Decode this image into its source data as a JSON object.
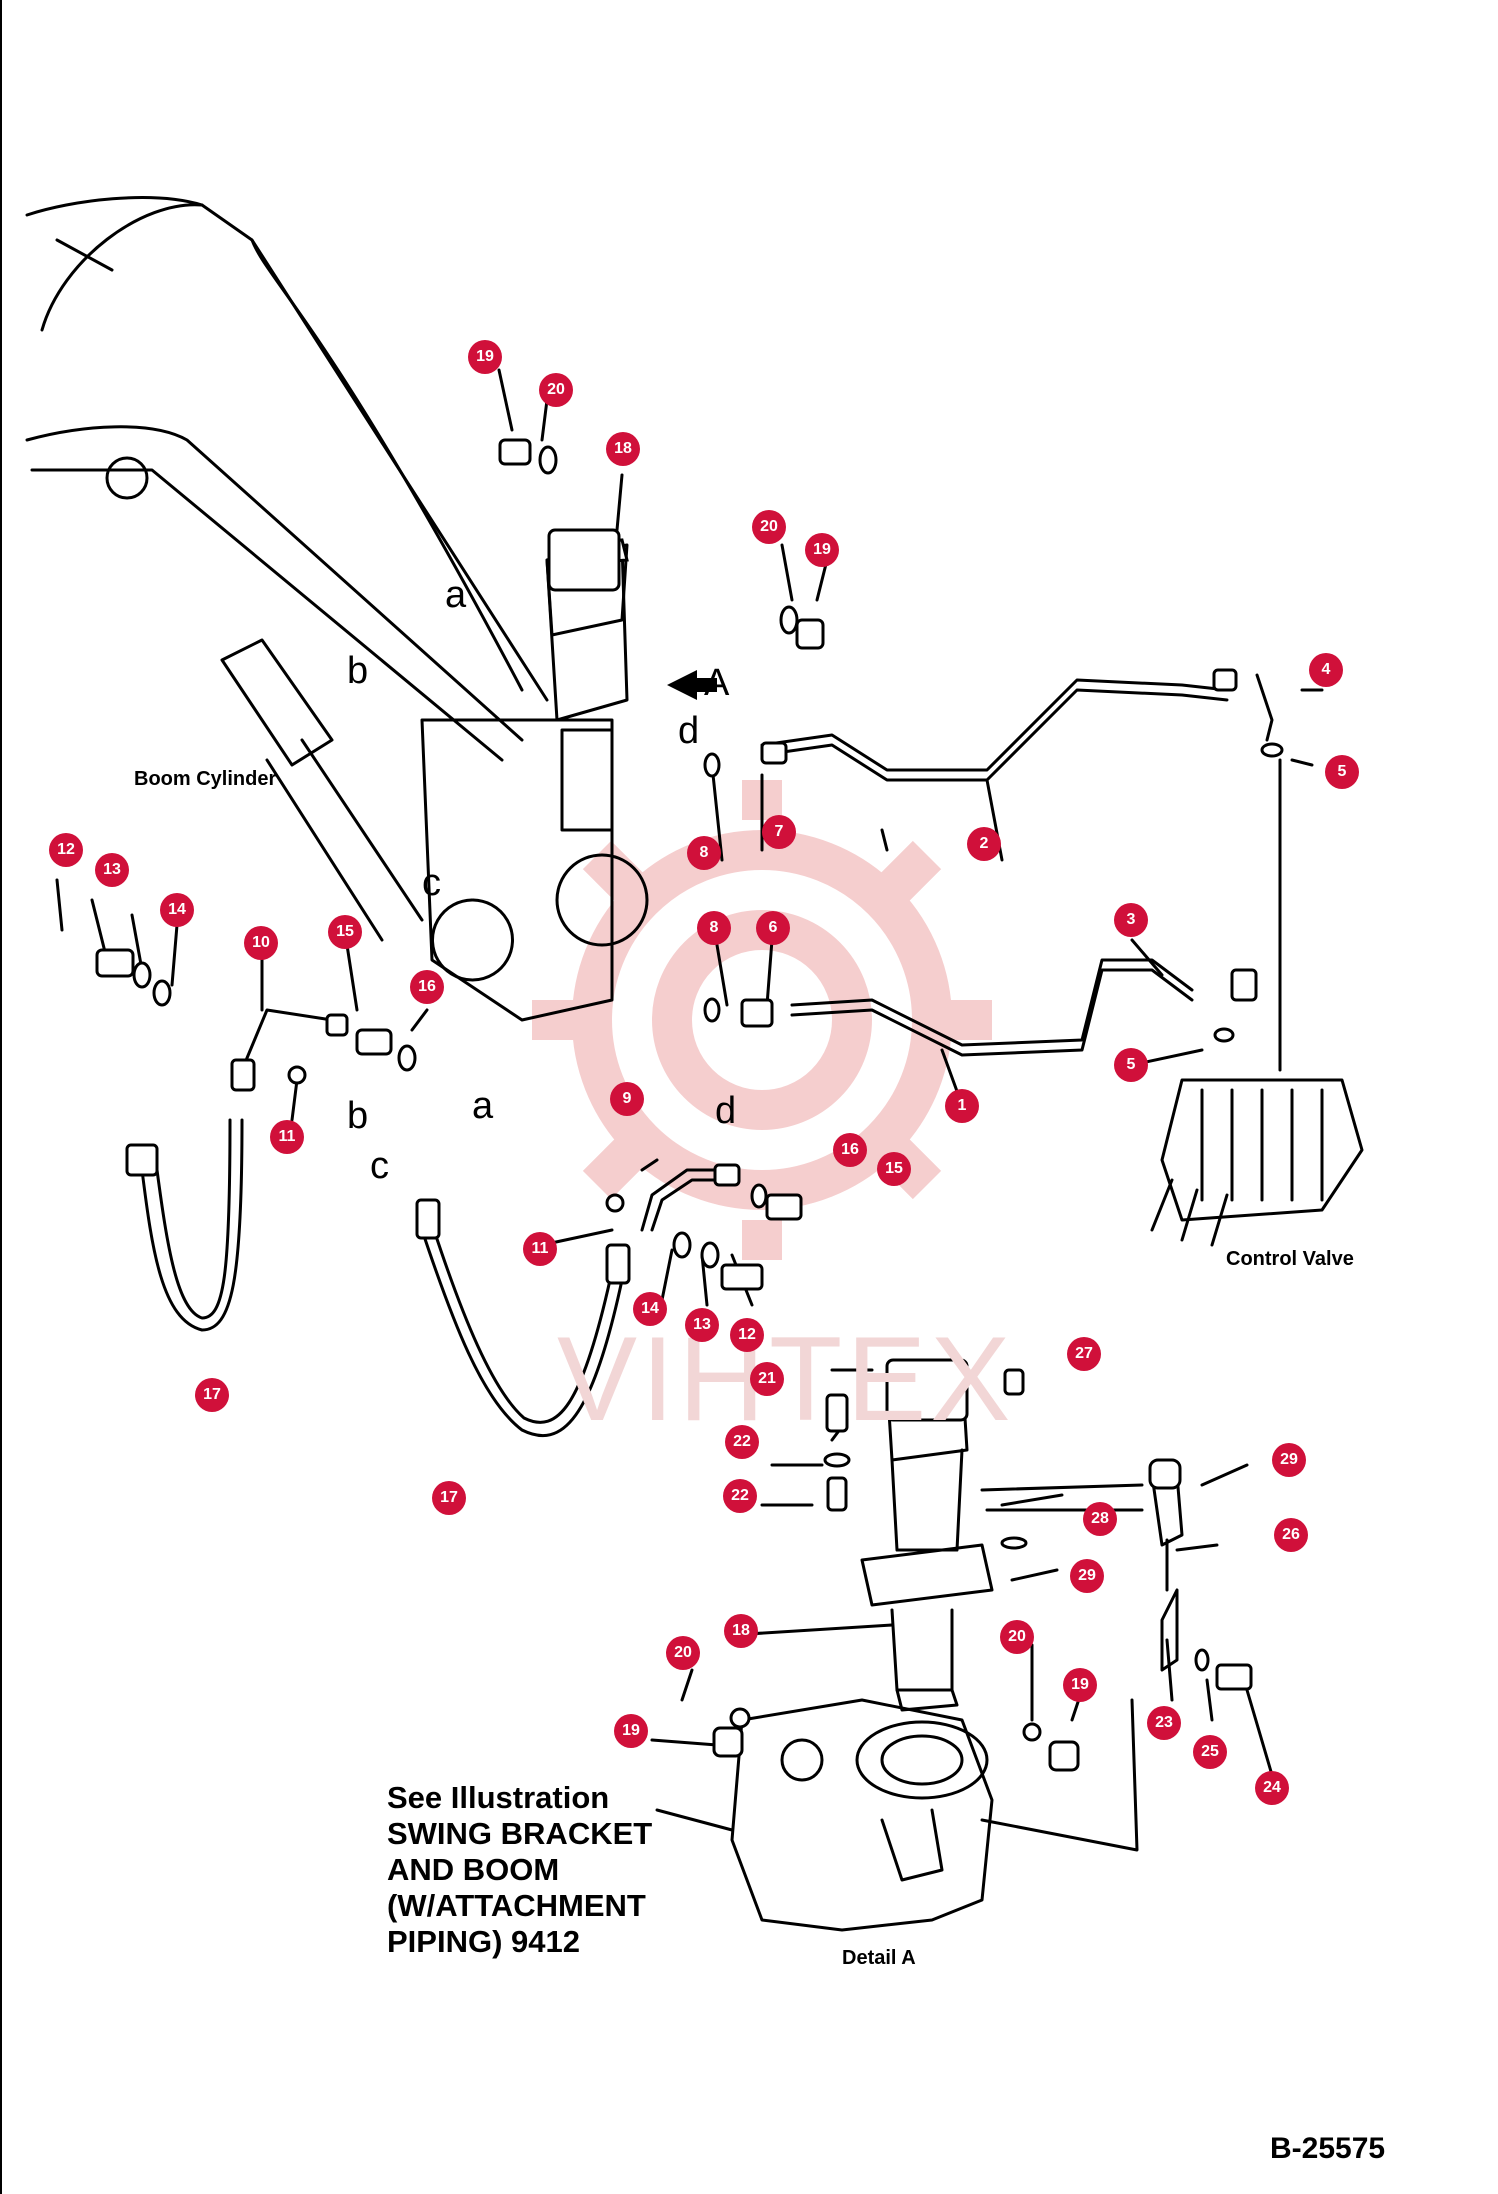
{
  "labels": {
    "boom_cylinder": "Boom Cylinder",
    "control_valve": "Control Valve",
    "detail_a": "Detail A",
    "view_a": "A",
    "figure_code": "B-25575",
    "watermark": "VIHTEX",
    "see_illustration": [
      "See Illustration",
      "SWING BRACKET",
      "AND BOOM",
      "(W/ATTACHMENT",
      "PIPING) 9412"
    ]
  },
  "pipe_letters": [
    "a",
    "b",
    "c",
    "d",
    "a",
    "b",
    "c",
    "d"
  ],
  "callouts": [
    "19",
    "20",
    "18",
    "20",
    "19",
    "4",
    "5",
    "2",
    "7",
    "8",
    "3",
    "8",
    "6",
    "5",
    "1",
    "12",
    "13",
    "14",
    "10",
    "15",
    "16",
    "11",
    "9",
    "16",
    "15",
    "11",
    "14",
    "13",
    "12",
    "17",
    "17",
    "27",
    "21",
    "22",
    "22",
    "29",
    "28",
    "26",
    "29",
    "18",
    "20",
    "20",
    "19",
    "19",
    "23",
    "25",
    "24"
  ],
  "colors": {
    "callout": "#d0103a",
    "line": "#000000",
    "watermark": "#f2b8b8"
  }
}
